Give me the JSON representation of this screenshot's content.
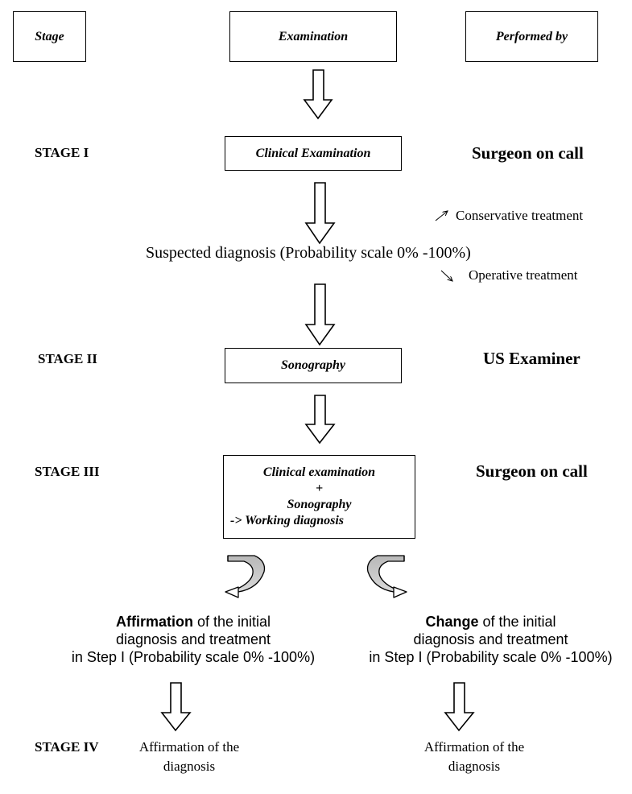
{
  "headers": {
    "stage": "Stage",
    "examination": "Examination",
    "performed_by": "Performed by"
  },
  "stages": {
    "s1": "STAGE I",
    "s2": "STAGE II",
    "s3": "STAGE III",
    "s4": "STAGE IV"
  },
  "boxes": {
    "clinical_examination": "Clinical Examination",
    "sonography": "Sonography",
    "combined": [
      "Clinical examination",
      "+",
      "Sonography",
      "-> Working diagnosis"
    ]
  },
  "performers": {
    "p1": "Surgeon on call",
    "p2": "US Examiner",
    "p3": "Surgeon on call"
  },
  "suspected_diagnosis": "Suspected diagnosis (Probability scale 0% -100%)",
  "branches": {
    "conservative": "Conservative treatment",
    "operative": "Operative treatment"
  },
  "outcomes": {
    "affirmation": {
      "bold": "Affirmation",
      "rest": " of the initial",
      "line2": "diagnosis and treatment",
      "line3": "in Step I (Probability scale 0% -100%)"
    },
    "change": {
      "bold": "Change",
      "rest": " of the initial",
      "line2": "diagnosis and treatment",
      "line3": "in Step I (Probability scale 0% -100%)"
    }
  },
  "final": {
    "left": [
      "Affirmation of the",
      "diagnosis"
    ],
    "right": [
      "Affirmation of the",
      "diagnosis"
    ]
  }
}
